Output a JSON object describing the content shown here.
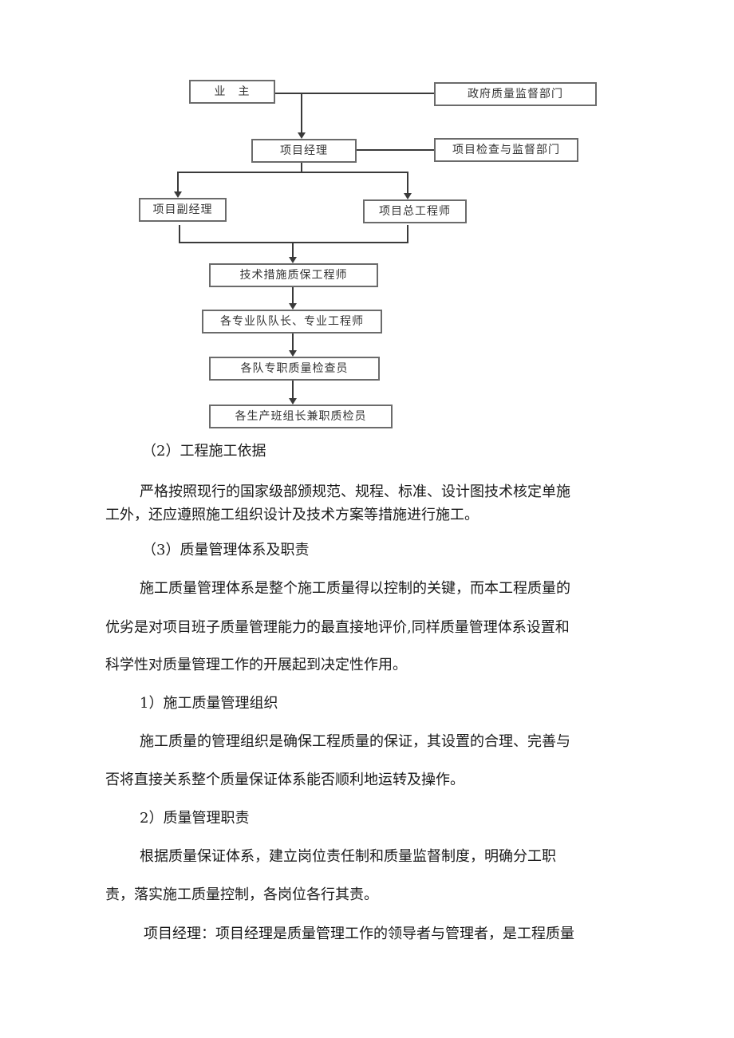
{
  "org_chart": {
    "owner": "业　主",
    "gov_dept": "政府质量监督部门",
    "project_manager": "项目经理",
    "inspection_dept": "项目检查与监督部门",
    "deputy_manager": "项目副经理",
    "chief_engineer": "项目总工程师",
    "tech_engineer": "技术措施质保工程师",
    "team_leaders": "各专业队队长、专业工程师",
    "team_inspectors": "各队专职质量检查员",
    "shift_inspectors": "各生产班组长兼职质检员"
  },
  "section2": {
    "heading": "（2）工程施工依据",
    "para_line1": "严格按照现行的国家级部颁规范、规程、标准、设计图技术核定单施",
    "para_line2": "工外，还应遵照施工组织设计及技术方案等措施进行施工。"
  },
  "section3": {
    "heading": "（3）质量管理体系及职责",
    "para_line1": "施工质量管理体系是整个施工质量得以控制的关键，而本工程质量的",
    "para_line2": "优劣是对项目班子质量管理能力的最直接地评价,同样质量管理体系设置和",
    "para_line3": "科学性对质量管理工作的开展起到决定性作用。"
  },
  "sub1": {
    "heading": "1）施工质量管理组织",
    "para_line1": "施工质量的管理组织是确保工程质量的保证，其设置的合理、完善与",
    "para_line2": "否将直接关系整个质量保证体系能否顺利地运转及操作。"
  },
  "sub2": {
    "heading": "2）质量管理职责",
    "para_line1": "根据质量保证体系，建立岗位责任制和质量监督制度，明确分工职",
    "para_line2": "责，落实施工质量控制，各岗位各行其责。",
    "para_line3": "项目经理：项目经理是质量管理工作的领导者与管理者，是工程质量"
  }
}
